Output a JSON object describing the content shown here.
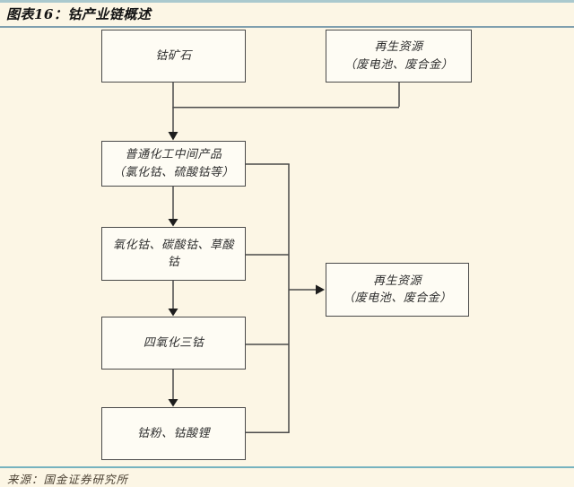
{
  "header": {
    "title": "图表16：钴产业链概述"
  },
  "flowchart": {
    "type": "flowchart",
    "nodes": {
      "ore": {
        "lines": [
          "钴矿石"
        ]
      },
      "recycle_top": {
        "lines": [
          "再生资源",
          "（废电池、废合金）"
        ]
      },
      "intermediate": {
        "lines": [
          "普通化工中间产品",
          "（氯化钴、硫酸钴等）"
        ]
      },
      "cobalt_salts": {
        "lines": [
          "氧化钴、碳酸钴、草酸钴"
        ]
      },
      "co3o4": {
        "lines": [
          "四氧化三钴"
        ]
      },
      "cobalt_powder": {
        "lines": [
          "钴粉、钴酸锂"
        ]
      },
      "recycle_right": {
        "lines": [
          "再生资源",
          "（废电池、废合金）"
        ]
      }
    },
    "edges": [
      {
        "from": "ore",
        "to": "intermediate",
        "arrow": true
      },
      {
        "from": "recycle_top",
        "to": "intermediate",
        "arrow": true
      },
      {
        "from": "intermediate",
        "to": "cobalt_salts",
        "arrow": true
      },
      {
        "from": "cobalt_salts",
        "to": "co3o4",
        "arrow": true
      },
      {
        "from": "co3o4",
        "to": "cobalt_powder",
        "arrow": true
      },
      {
        "from": "intermediate",
        "to": "recycle_right",
        "arrow": true
      },
      {
        "from": "cobalt_salts",
        "to": "recycle_right",
        "arrow": true
      },
      {
        "from": "co3o4",
        "to": "recycle_right",
        "arrow": true
      },
      {
        "from": "cobalt_powder",
        "to": "recycle_right",
        "arrow": true
      }
    ]
  },
  "footer": {
    "source": "来源：国金证券研究所"
  },
  "colors": {
    "background": "#fcf6e5",
    "box_background": "#fefcf4",
    "box_border": "#4a4a4a",
    "connector": "#4a4a4a",
    "top_rule": "#aac9ce",
    "title_rule": "#7f9fae",
    "footer_rule": "#76b3bf",
    "title_text": "#141414",
    "source_text": "#4c4234"
  }
}
